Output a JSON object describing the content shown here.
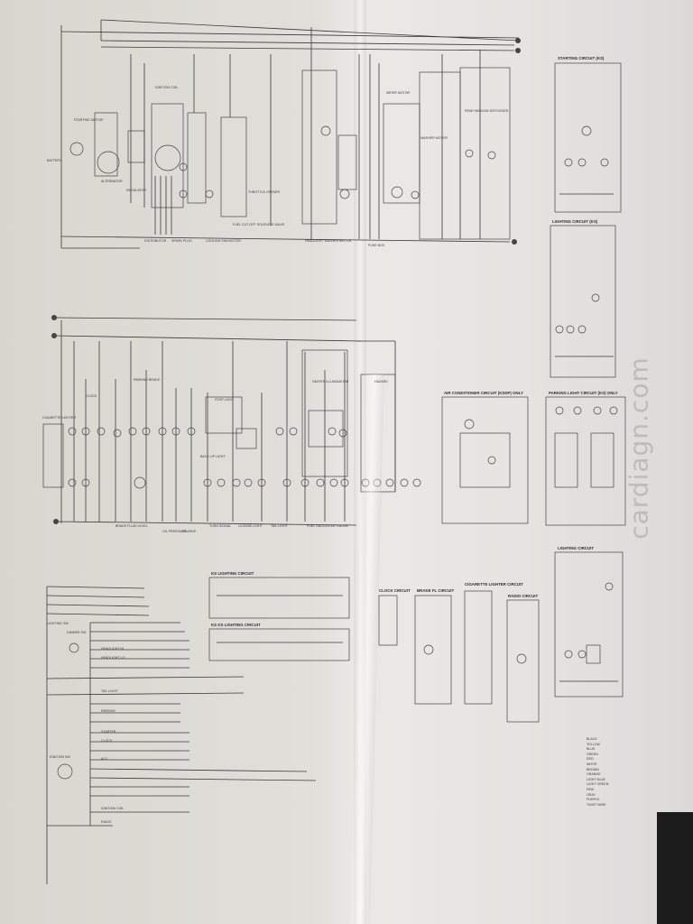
{
  "watermark": "cardiagn.com",
  "headers": {
    "starting": "STARTING CIRCUIT (KS)",
    "lighting_ks": "LIGHTING CIRCUIT (KS)",
    "aircon": "AIR CONDITIONER CIRCUIT (KSDP) ONLY",
    "parking": "PARKING LIGHT CIRCUIT (KS) ONLY",
    "lighting": "LIGHTING CIRCUIT",
    "ks_lighting": "KS LIGHTING CIRCUIT",
    "ks_ks_lighting": "KS KS LIGHTING CIRCUIT",
    "clock": "CLOCK CIRCUIT",
    "brake": "BRAKE FL CIRCUIT",
    "cigarette": "CIGARETTE LIGHTER CIRCUIT",
    "radio": "RADIO CIRCUIT"
  },
  "top_labels": [
    "BATTERY",
    "STARTING MOTOR",
    "ALTERNATOR",
    "REGULATOR",
    "DISTRIBUTOR",
    "IGNITION COIL",
    "SPARK PLUG",
    "COOLING FAN MOTOR",
    "FUEL CUT-OFF SOLENOID VALVE",
    "THROTTLE OPENER",
    "REAR WINDOW DEFOGGER",
    "HEADLIGHT WASHER MOTOR",
    "WIPER MOTOR",
    "WASHER MOTOR",
    "FUSE BOX"
  ],
  "mid_labels": [
    "CIGARETTE LIGHTER",
    "CLOCK",
    "BRAKE FLUID LEVEL",
    "PARKING BRAKE",
    "OIL PRESSURE",
    "CHARGE",
    "HEATER ILLUMINATION",
    "STOP LIGHT",
    "TAIL LIGHT",
    "BACK-UP LIGHT",
    "LICENSE LIGHT",
    "TURN SIGNAL",
    "HAZARD",
    "FUEL GAUGE",
    "TEMP GAUGE"
  ],
  "bottom_labels": [
    "LIGHTING SW",
    "DIMMER SW",
    "IGNITION SW",
    "HEADLIGHT HI",
    "HEADLIGHT LO",
    "TAIL LIGHT",
    "PARKING",
    "RADIO",
    "CLOCK",
    "IGNITION COIL",
    "STARTER",
    "ACC"
  ],
  "legend": [
    "BLACK",
    "YELLOW",
    "BLUE",
    "GREEN",
    "RED",
    "WHITE",
    "BROWN",
    "ORANGE",
    "LIGHT BLUE",
    "LIGHT GREEN",
    "PINK",
    "GRAY",
    "PURPLE",
    "TWIST WIRE"
  ],
  "colors": {
    "paper": "#e2dfda",
    "ink": "#3a3a3a",
    "background": "#1b1b1b"
  }
}
